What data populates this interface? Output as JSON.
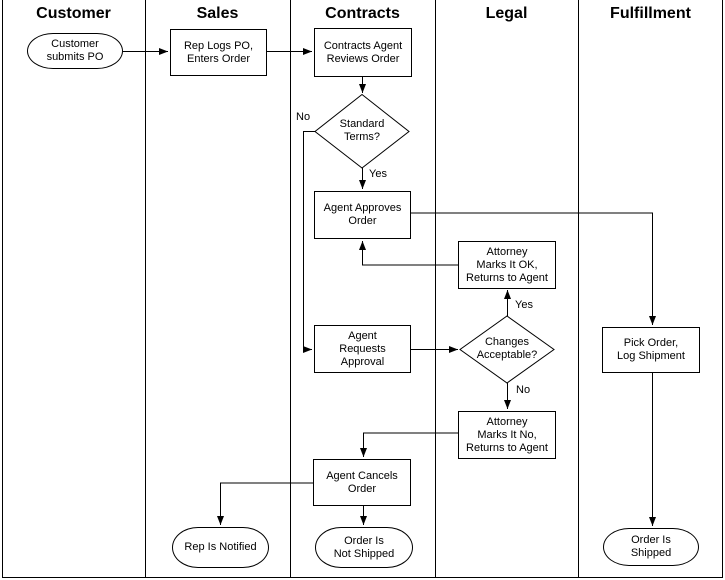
{
  "diagram": {
    "type": "swimlane-flowchart",
    "lanes": [
      {
        "label": "Customer"
      },
      {
        "label": "Sales"
      },
      {
        "label": "Contracts"
      },
      {
        "label": "Legal"
      },
      {
        "label": "Fulfillment"
      }
    ],
    "nodes": [
      {
        "id": "customer-submits-po",
        "type": "terminator",
        "lane": "Customer",
        "text": "Customer\nsubmits PO"
      },
      {
        "id": "rep-logs-po",
        "type": "process",
        "lane": "Sales",
        "text": "Rep Logs PO,\nEnters Order"
      },
      {
        "id": "contracts-agent-reviews",
        "type": "process",
        "lane": "Contracts",
        "text": "Contracts Agent\nReviews Order"
      },
      {
        "id": "standard-terms",
        "type": "decision",
        "lane": "Contracts",
        "text": "Standard\nTerms?"
      },
      {
        "id": "agent-approves",
        "type": "process",
        "lane": "Contracts",
        "text": "Agent Approves\nOrder"
      },
      {
        "id": "attorney-ok",
        "type": "process",
        "lane": "Legal",
        "text": "Attorney\nMarks It OK,\nReturns to Agent"
      },
      {
        "id": "agent-requests-approval",
        "type": "process",
        "lane": "Contracts",
        "text": "Agent\nRequests\nApproval"
      },
      {
        "id": "changes-acceptable",
        "type": "decision",
        "lane": "Legal",
        "text": "Changes\nAcceptable?"
      },
      {
        "id": "pick-order",
        "type": "process",
        "lane": "Fulfillment",
        "text": "Pick Order,\nLog Shipment"
      },
      {
        "id": "attorney-no",
        "type": "process",
        "lane": "Legal",
        "text": "Attorney\nMarks It No,\nReturns to Agent"
      },
      {
        "id": "agent-cancels",
        "type": "process",
        "lane": "Contracts",
        "text": "Agent Cancels\nOrder"
      },
      {
        "id": "rep-notified",
        "type": "terminator",
        "lane": "Sales",
        "text": "Rep Is Notified"
      },
      {
        "id": "order-not-shipped",
        "type": "terminator",
        "lane": "Contracts",
        "text": "Order Is\nNot Shipped"
      },
      {
        "id": "order-shipped",
        "type": "terminator",
        "lane": "Fulfillment",
        "text": "Order Is\nShipped"
      }
    ],
    "edges": [
      {
        "from": "customer-submits-po",
        "to": "rep-logs-po",
        "label": ""
      },
      {
        "from": "rep-logs-po",
        "to": "contracts-agent-reviews",
        "label": ""
      },
      {
        "from": "contracts-agent-reviews",
        "to": "standard-terms",
        "label": ""
      },
      {
        "from": "standard-terms",
        "to": "agent-approves",
        "label": "Yes"
      },
      {
        "from": "standard-terms",
        "to": "agent-requests-approval",
        "label": "No"
      },
      {
        "from": "agent-approves",
        "to": "pick-order",
        "label": ""
      },
      {
        "from": "agent-requests-approval",
        "to": "changes-acceptable",
        "label": ""
      },
      {
        "from": "changes-acceptable",
        "to": "attorney-ok",
        "label": "Yes"
      },
      {
        "from": "attorney-ok",
        "to": "agent-approves",
        "label": ""
      },
      {
        "from": "changes-acceptable",
        "to": "attorney-no",
        "label": "No"
      },
      {
        "from": "attorney-no",
        "to": "agent-cancels",
        "label": ""
      },
      {
        "from": "agent-cancels",
        "to": "rep-notified",
        "label": ""
      },
      {
        "from": "agent-cancels",
        "to": "order-not-shipped",
        "label": ""
      },
      {
        "from": "pick-order",
        "to": "order-shipped",
        "label": ""
      }
    ],
    "colors": {
      "line": "#000000",
      "shape_border": "#000000",
      "shape_fill": "#ffffff",
      "background": "#ffffff",
      "text": "#000000"
    }
  }
}
